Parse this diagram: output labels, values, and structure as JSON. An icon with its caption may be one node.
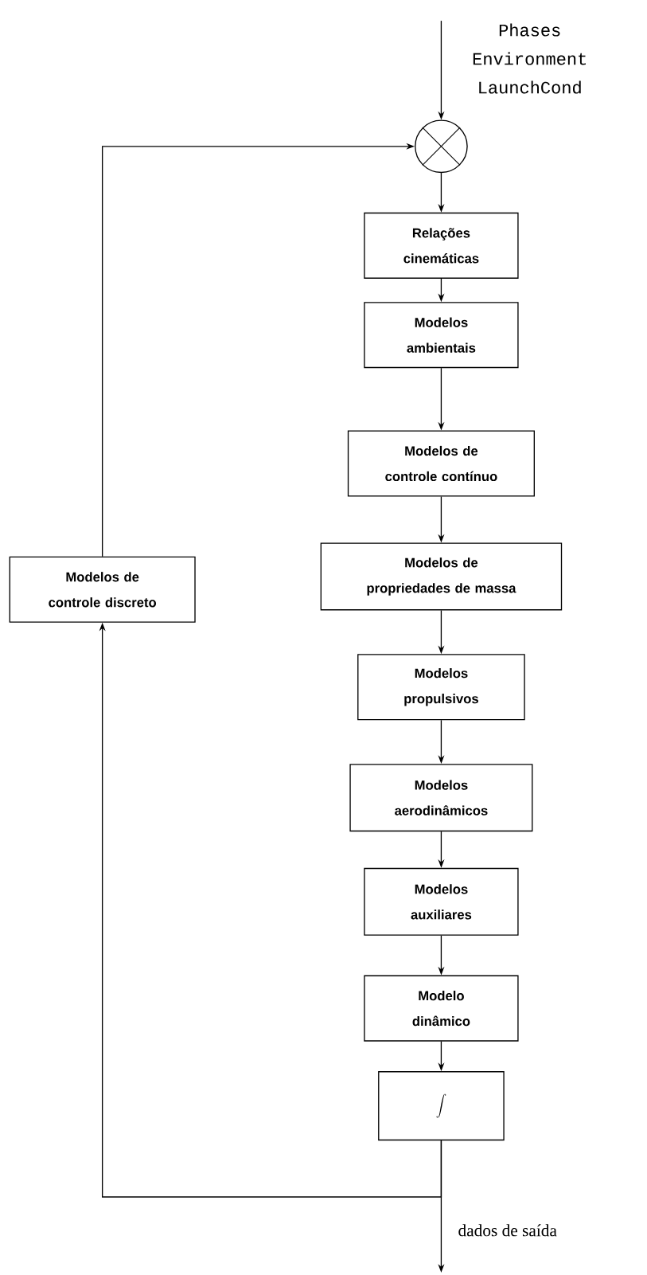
{
  "diagram": {
    "nodes": [
      {
        "text": [
          "Phases",
          "Environment",
          "LaunchCond"
        ]
      },
      {
        "text": [],
        "shape": "circle"
      },
      {
        "text": [
          "Relações cinemáticas"
        ]
      },
      {
        "text": [
          "Modelos ambientais"
        ]
      },
      {
        "text": [
          "Modelos de controle contínuo"
        ]
      },
      {
        "text": [
          "Modelos de propriedades de massa"
        ]
      },
      {
        "text": [
          "Modelos propulsivos"
        ]
      },
      {
        "text": [
          "Modelos aerodinâmicos"
        ]
      },
      {
        "text": [
          "Modelos auxiliares"
        ]
      },
      {
        "text": [
          "Modelo dinâmico"
        ]
      },
      {
        "text": [
          "\\int"
        ]
      },
      {
        "text": [
          "Modelos de controle discreto"
        ]
      }
    ],
    "edges": [
      {
        "from": 0,
        "to": 1,
        "arrow": "to"
      },
      {
        "from": 1,
        "to": 2,
        "arrow": "to"
      },
      {
        "from": 2,
        "to": 3,
        "arrow": "to"
      },
      {
        "from": 3,
        "to": 4,
        "arrow": "to"
      },
      {
        "from": 4,
        "to": 5,
        "arrow": "to"
      },
      {
        "from": 5,
        "to": 6,
        "arrow": "to"
      },
      {
        "from": 6,
        "to": 7,
        "arrow": "to"
      },
      {
        "from": 7,
        "to": 8,
        "arrow": "to"
      },
      {
        "from": 8,
        "to": 9,
        "arrow": "to"
      },
      {
        "from": 9,
        "to": 10,
        "arrow": "to"
      },
      {
        "from": 10,
        "to": null,
        "arrow": "to",
        "label": "dados de saída"
      },
      {
        "from": 10,
        "to": 11,
        "arrow": "to"
      },
      {
        "from": 11,
        "to": 1,
        "arrow": "to"
      }
    ]
  }
}
